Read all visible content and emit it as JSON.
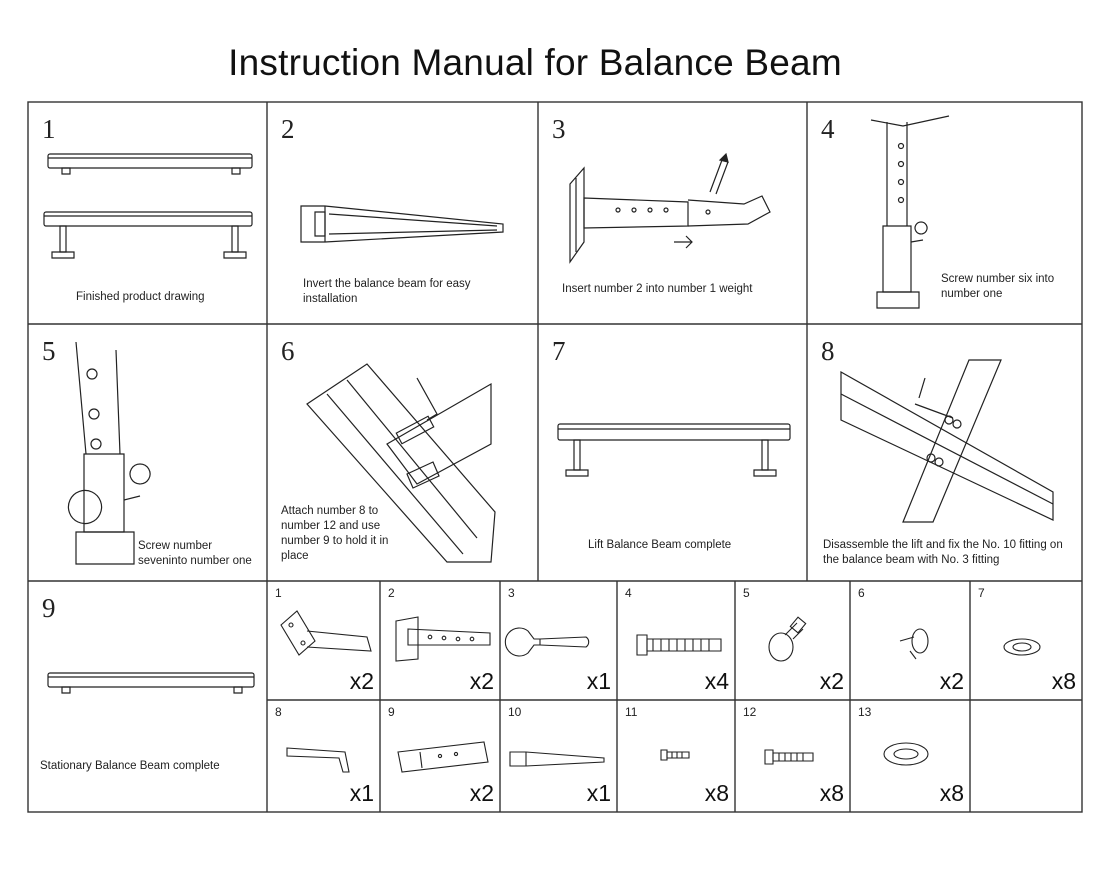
{
  "title": "Instruction Manual for Balance Beam",
  "steps": [
    {
      "number": "1",
      "caption": "Finished product drawing"
    },
    {
      "number": "2",
      "caption": "Invert the balance beam for easy installation"
    },
    {
      "number": "3",
      "caption": "Insert number 2 into number 1 weight"
    },
    {
      "number": "4",
      "caption": "Screw number six into number one"
    },
    {
      "number": "5",
      "caption": "Screw number seveninto number one"
    },
    {
      "number": "6",
      "caption": "Attach number 8 to number 12 and use number 9 to hold it in place"
    },
    {
      "number": "7",
      "caption": "Lift Balance Beam complete"
    },
    {
      "number": "8",
      "caption": "Disassemble the lift and fix the No. 10 fitting on the balance beam with No. 3 fitting"
    },
    {
      "number": "9",
      "caption": "Stationary Balance Beam complete"
    }
  ],
  "parts": [
    {
      "number": "1",
      "quantity": "x2",
      "icon": "bracket-base-icon"
    },
    {
      "number": "2",
      "quantity": "x2",
      "icon": "plate-tube-icon"
    },
    {
      "number": "3",
      "quantity": "x1",
      "icon": "wrench-icon"
    },
    {
      "number": "4",
      "quantity": "x4",
      "icon": "long-bolt-icon"
    },
    {
      "number": "5",
      "quantity": "x2",
      "icon": "knob-icon"
    },
    {
      "number": "6",
      "quantity": "x2",
      "icon": "small-knob-icon"
    },
    {
      "number": "7",
      "quantity": "x8",
      "icon": "washer-icon"
    },
    {
      "number": "8",
      "quantity": "x1",
      "icon": "hex-key-icon"
    },
    {
      "number": "9",
      "quantity": "x2",
      "icon": "bar-icon"
    },
    {
      "number": "10",
      "quantity": "x1",
      "icon": "tapered-bar-icon"
    },
    {
      "number": "11",
      "quantity": "x8",
      "icon": "short-screw-icon"
    },
    {
      "number": "12",
      "quantity": "x8",
      "icon": "bolt-icon"
    },
    {
      "number": "13",
      "quantity": "x8",
      "icon": "large-washer-icon"
    }
  ]
}
